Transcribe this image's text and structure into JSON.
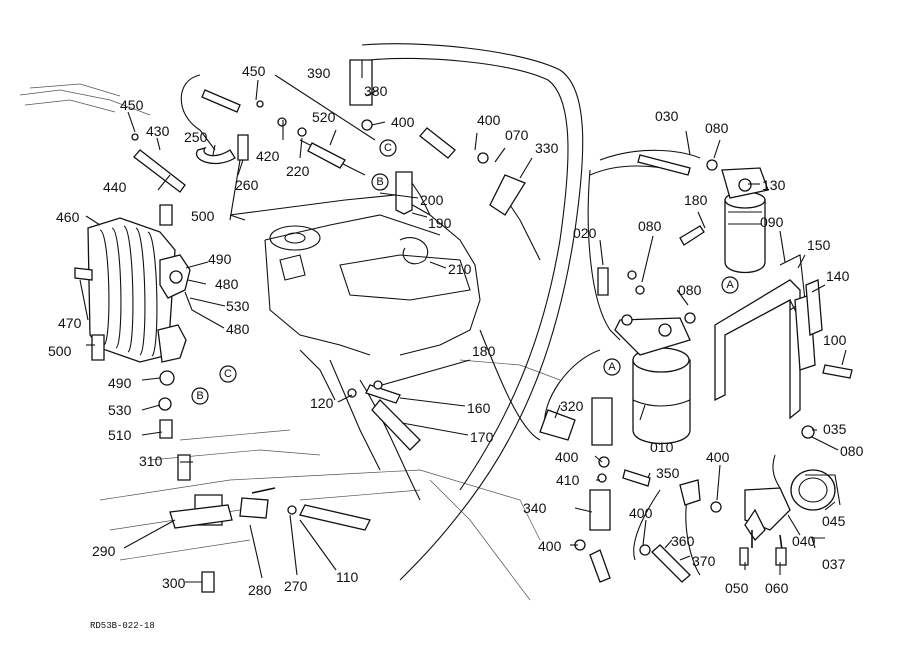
{
  "drawing_code": "RD53B-022-18",
  "callouts": [
    "A",
    "B",
    "C"
  ],
  "parts": {
    "p010": "010",
    "p020": "020",
    "p030": "030",
    "p035": "035",
    "p037": "037",
    "p040": "040",
    "p045": "045",
    "p050": "050",
    "p060": "060",
    "p070": "070",
    "p080": "080",
    "p090": "090",
    "p100": "100",
    "p110": "110",
    "p120": "120",
    "p130": "130",
    "p140": "140",
    "p150": "150",
    "p160": "160",
    "p170": "170",
    "p180": "180",
    "p190": "190",
    "p200": "200",
    "p210": "210",
    "p220": "220",
    "p250": "250",
    "p260": "260",
    "p270": "270",
    "p280": "280",
    "p290": "290",
    "p300": "300",
    "p310": "310",
    "p320": "320",
    "p330": "330",
    "p340": "340",
    "p350": "350",
    "p360": "360",
    "p370": "370",
    "p380": "380",
    "p390": "390",
    "p400": "400",
    "p410": "410",
    "p420": "420",
    "p430": "430",
    "p440": "440",
    "p450": "450",
    "p460": "460",
    "p470": "470",
    "p480": "480",
    "p490": "490",
    "p500": "500",
    "p510": "510",
    "p520": "520",
    "p530": "530"
  }
}
